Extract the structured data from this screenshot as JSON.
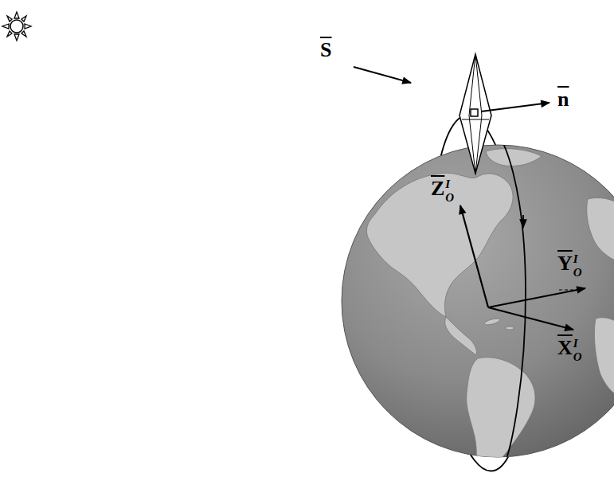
{
  "diagram": {
    "labels": [
      "S",
      "n",
      "Z",
      "O",
      "I",
      "Y",
      "O",
      "I",
      "X",
      "O",
      "I"
    ]
  }
}
